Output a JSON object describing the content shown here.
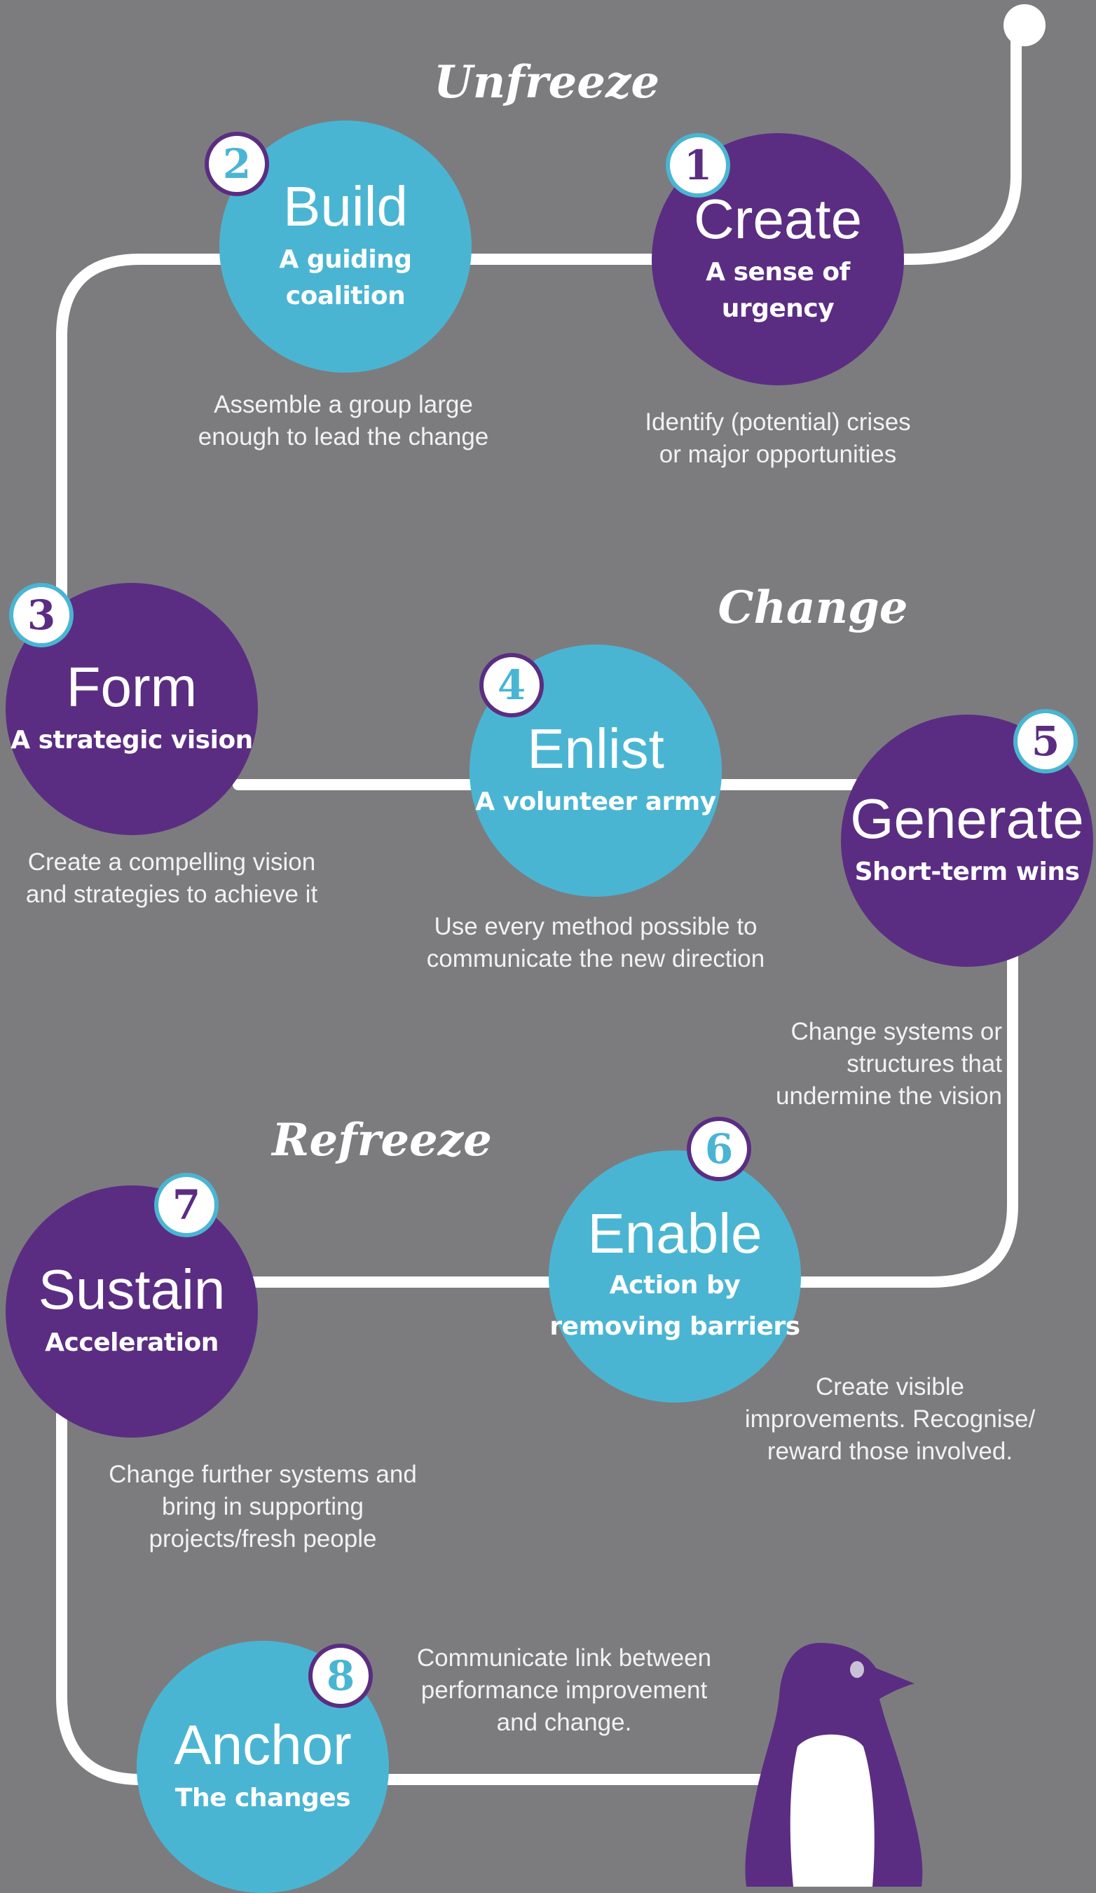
{
  "phases": {
    "unfreeze": "Unfreeze",
    "change": "Change",
    "refreeze": "Refreeze"
  },
  "steps": [
    {
      "number": "1",
      "title": "Create",
      "subtitle": "A sense of urgency",
      "description": "Identify (potential) crises\nor major opportunities"
    },
    {
      "number": "2",
      "title": "Build",
      "subtitle": "A guiding coalition",
      "description": "Assemble a group large\nenough to lead the change"
    },
    {
      "number": "3",
      "title": "Form",
      "subtitle": "A strategic vision",
      "description": "Create a compelling vision\nand strategies to achieve it"
    },
    {
      "number": "4",
      "title": "Enlist",
      "subtitle": "A volunteer army",
      "description": "Use every method possible to\ncommunicate the new direction"
    },
    {
      "number": "5",
      "title": "Generate",
      "subtitle": "Short-term wins",
      "description": "Change systems or\nstructures that\nundermine the vision"
    },
    {
      "number": "6",
      "title": "Enable",
      "subtitle": "Action by\nremoving barriers",
      "description": "Create visible\nimprovements. Recognise/\nreward those involved."
    },
    {
      "number": "7",
      "title": "Sustain",
      "subtitle": "Acceleration",
      "description": "Change further systems and\nbring in supporting\nprojects/fresh people"
    },
    {
      "number": "8",
      "title": "Anchor",
      "subtitle": "The changes",
      "description": "Communicate link between\nperformance improvement\nand change."
    }
  ],
  "colors": {
    "background": "#7c7c7f",
    "purple": "#5a2d82",
    "blue": "#4ab5d3",
    "path": "#ffffff"
  },
  "mascot": "penguin-icon"
}
